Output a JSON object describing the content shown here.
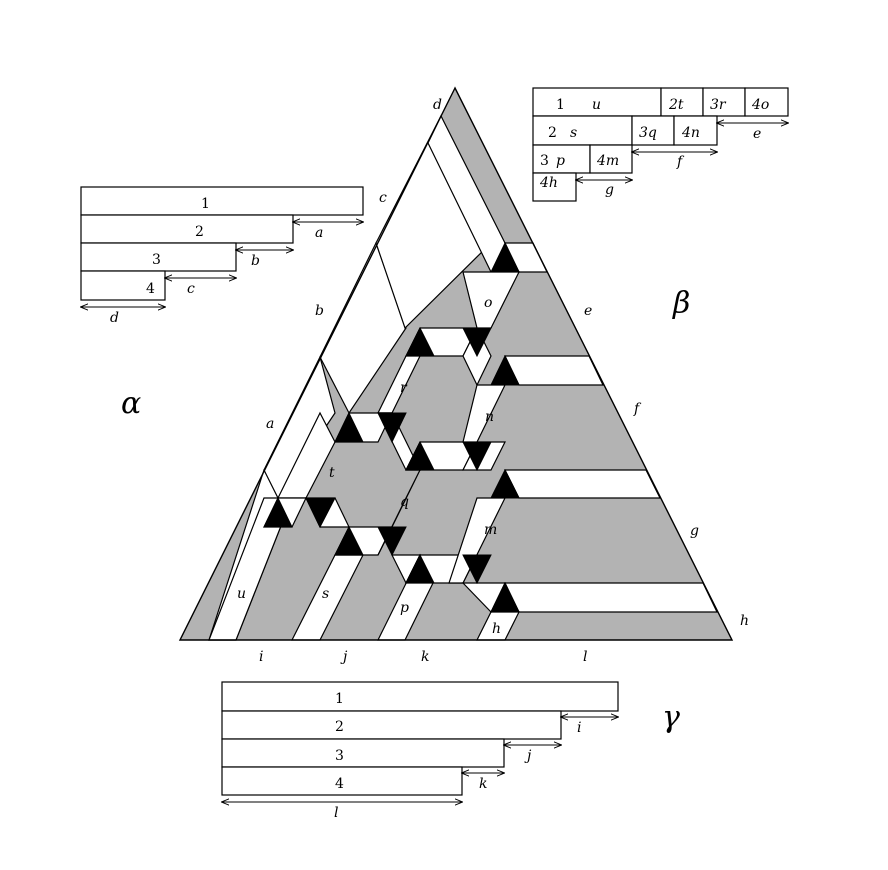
{
  "greek": {
    "alpha": "α",
    "beta": "β",
    "gamma": "γ"
  },
  "alpha_diagram": {
    "rows": [
      "1",
      "2",
      "3",
      "4"
    ],
    "gaps": [
      "a",
      "b",
      "c",
      "d"
    ]
  },
  "beta_diagram": {
    "row1": {
      "num": "1",
      "var": "u",
      "cells": [
        "2t",
        "3r",
        "4o"
      ]
    },
    "row2": {
      "num": "2",
      "var": "s",
      "cells": [
        "3q",
        "4n"
      ]
    },
    "row3": {
      "num": "3",
      "var": "p",
      "cells": [
        "4m"
      ]
    },
    "row4": {
      "cells": [
        "4h"
      ]
    },
    "gaps": [
      "e",
      "f",
      "g"
    ]
  },
  "gamma_diagram": {
    "rows": [
      "1",
      "2",
      "3",
      "4"
    ],
    "gaps": [
      "i",
      "j",
      "k",
      "l"
    ]
  },
  "triangle": {
    "left_edge": [
      "a",
      "b",
      "c",
      "d"
    ],
    "right_edge": [
      "e",
      "f",
      "g",
      "h"
    ],
    "bottom_edge": [
      "i",
      "j",
      "k",
      "l"
    ],
    "interior": [
      "o",
      "r",
      "n",
      "t",
      "q",
      "m",
      "u",
      "s",
      "p",
      "h"
    ]
  },
  "colors": {
    "gray": "#b3b3b3",
    "black": "#000000",
    "white": "#ffffff"
  }
}
